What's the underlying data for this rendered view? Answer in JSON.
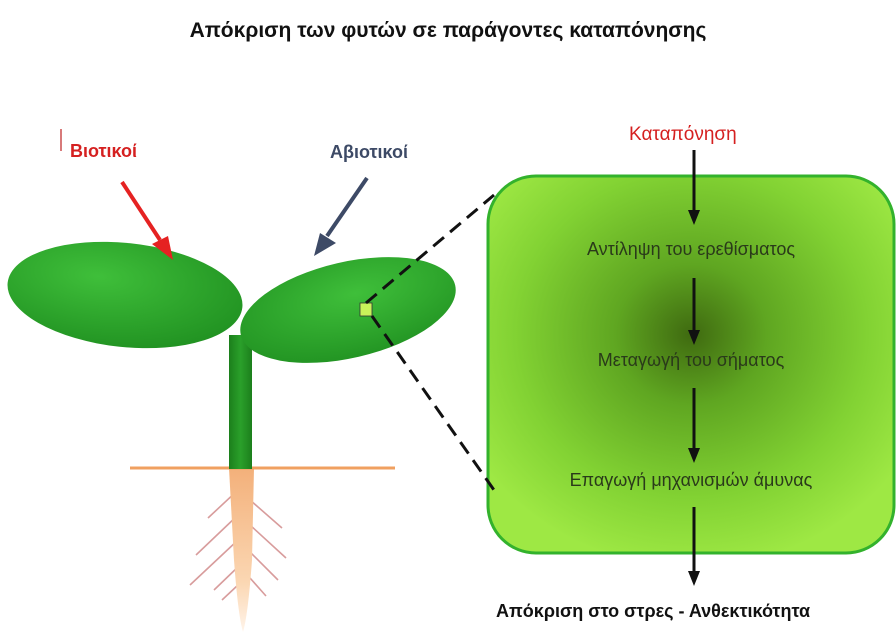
{
  "title": "Απόκριση των φυτών σε παράγοντες καταπόνησης",
  "factors": {
    "biotic": "Βιοτικοί",
    "abiotic": "Αβιοτικοί"
  },
  "flow": {
    "start": "Καταπόνηση",
    "steps": [
      "Αντίληψη του ερεθίσματος",
      "Μεταγωγή του σήματος",
      "Επαγωγή μηχανισμών άμυνας"
    ],
    "result": "Απόκριση στο στρες - Ανθεκτικότητα"
  },
  "colors": {
    "biotic": "#d52020",
    "abiotic": "#3d4a66",
    "leaf": "#2ea32c",
    "box": "#8ee03a",
    "root": "#f7c08a",
    "soil": "#f0a060"
  }
}
